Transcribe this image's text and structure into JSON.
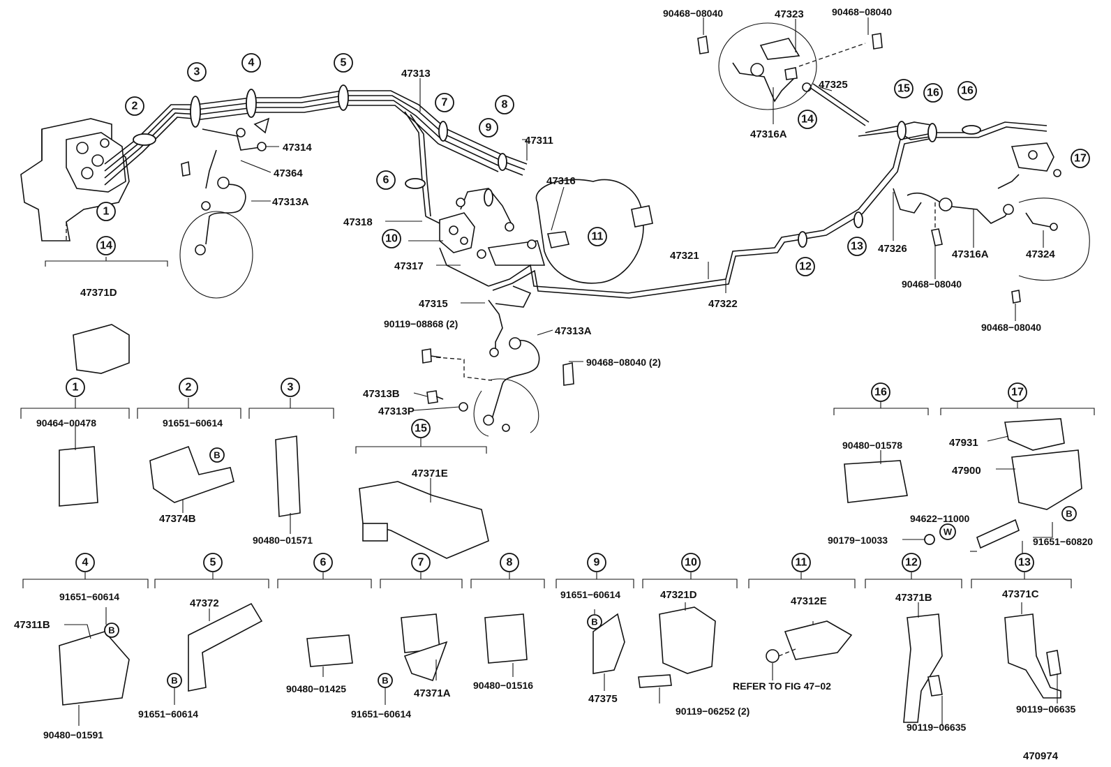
{
  "figure_number": "470974",
  "callouts": {
    "n1": "1",
    "n2": "2",
    "n3": "3",
    "n4": "4",
    "n5": "5",
    "n6": "6",
    "n7": "7",
    "n8": "8",
    "n9": "9",
    "n10": "10",
    "n11": "11",
    "n12": "12",
    "n13": "13",
    "n14": "14",
    "n15": "15",
    "n16": "16",
    "n17": "17",
    "b": "B",
    "w": "W"
  },
  "main_labels": {
    "p47313": "47313",
    "p47314": "47314",
    "p47364": "47364",
    "p47313A_top": "47313A",
    "p47311": "47311",
    "p47316": "47316",
    "p47318": "47318",
    "p47317": "47317",
    "p47315": "47315",
    "p90119_08868": "90119−08868 (2)",
    "p47313A_mid": "47313A",
    "p90468_08040_2": "90468−08040 (2)",
    "p47313B": "47313B",
    "p47313P": "47313P",
    "p47321": "47321",
    "p47322": "47322",
    "p90468_08040_tl": "90468−08040",
    "p47323": "47323",
    "p90468_08040_tr": "90468−08040",
    "p47325": "47325",
    "p47316A_top": "47316A",
    "p47326": "47326",
    "p47316A_right": "47316A",
    "p47324": "47324",
    "p90468_08040_r1": "90468−08040",
    "p90468_08040_r2": "90468−08040"
  },
  "detail_labels": {
    "d14_47371D": "47371D",
    "d1_90464_00478": "90464−00478",
    "d2_91651_60614": "91651−60614",
    "d2_47374B": "47374B",
    "d3_90480_01571": "90480−01571",
    "d15_47371E": "47371E",
    "d16_90480_01578": "90480−01578",
    "d17_47931": "47931",
    "d17_47900": "47900",
    "d17_94622_11000": "94622−11000",
    "d17_90179_10033": "90179−10033",
    "d17_91651_60820": "91651−60820",
    "d4_91651_60614": "91651−60614",
    "d4_47311B": "47311B",
    "d4_90480_01591": "90480−01591",
    "d5_47372": "47372",
    "d5_91651_60614": "91651−60614",
    "d6_90480_01425": "90480−01425",
    "d7_91651_60614": "91651−60614",
    "d7_47371A": "47371A",
    "d8_90480_01516": "90480−01516",
    "d9_91651_60614": "91651−60614",
    "d9_47375": "47375",
    "d10_47321D": "47321D",
    "d10_90119_06252": "90119−06252 (2)",
    "d11_47312E": "47312E",
    "d11_refer": "REFER TO FIG 47−02",
    "d12_47371B": "47371B",
    "d12_90119_06635": "90119−06635",
    "d13_47371C": "47371C",
    "d13_90119_06635": "90119−06635"
  }
}
